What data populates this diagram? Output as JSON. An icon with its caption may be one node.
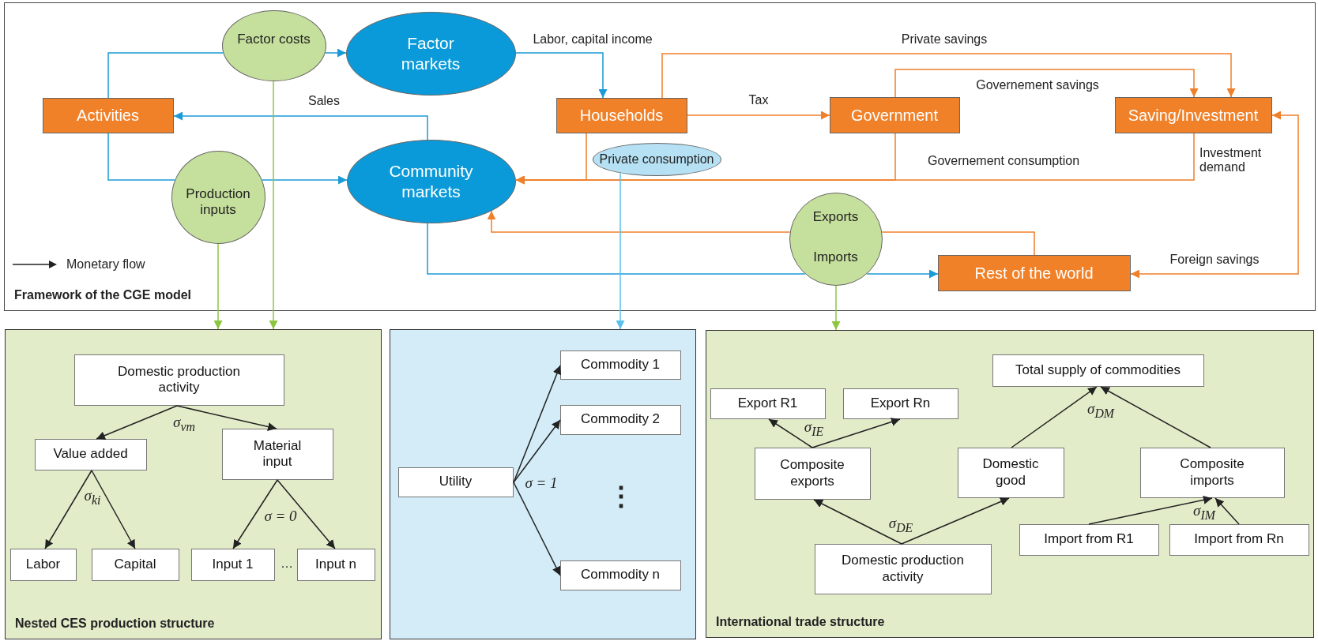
{
  "diagram": {
    "nodes": [
      {
        "text": [
          "Framework of the CGE model"
        ]
      },
      {
        "text": [
          "Factor costs"
        ],
        "in": 0
      },
      {
        "text": [
          "Factor markets"
        ],
        "in": 0
      },
      {
        "text": [
          "Activities"
        ],
        "in": 0
      },
      {
        "text": [
          "Households"
        ],
        "in": 0
      },
      {
        "text": [
          "Government"
        ],
        "in": 0
      },
      {
        "text": [
          "Saving/Investment"
        ],
        "in": 0
      },
      {
        "text": [
          "Private consumption"
        ],
        "in": 0
      },
      {
        "text": [
          "Community markets"
        ],
        "in": 0
      },
      {
        "text": [
          "Production inputs"
        ],
        "in": 0
      },
      {
        "text": [
          "Exports",
          "Imports"
        ],
        "in": 0
      },
      {
        "text": [
          "Rest of the world"
        ],
        "in": 0
      },
      {
        "text": [
          "Nested CES production structure"
        ]
      },
      {
        "text": [
          "Domestic production activity"
        ],
        "in": 12
      },
      {
        "text": [
          "Value added"
        ],
        "in": 12
      },
      {
        "text": [
          "Material input"
        ],
        "in": 12
      },
      {
        "text": [
          "Labor"
        ],
        "in": 12
      },
      {
        "text": [
          "Capital"
        ],
        "in": 12
      },
      {
        "text": [
          "Input 1"
        ],
        "in": 12
      },
      {
        "text": [
          "Input n"
        ],
        "in": 12
      },
      {
        "text": [],
        "shape": "box"
      },
      {
        "text": [
          "Commodity 1"
        ],
        "in": 20
      },
      {
        "text": [
          "Commodity 2"
        ],
        "in": 20
      },
      {
        "text": [
          "Utility"
        ],
        "in": 20
      },
      {
        "text": [
          "Commodity n"
        ],
        "in": 20
      },
      {
        "text": [
          "International trade structure"
        ]
      },
      {
        "text": [
          "Total supply of commodities"
        ],
        "in": 25
      },
      {
        "text": [
          "Export R1"
        ],
        "in": 25
      },
      {
        "text": [
          "Export Rn"
        ],
        "in": 25
      },
      {
        "text": [
          "Composite exports"
        ],
        "in": 25
      },
      {
        "text": [
          "Domestic good"
        ],
        "in": 25
      },
      {
        "text": [
          "Composite imports"
        ],
        "in": 25
      },
      {
        "text": [
          "Import from R1"
        ],
        "in": 25
      },
      {
        "text": [
          "Import from Rn"
        ],
        "in": 25
      },
      {
        "text": [
          "Domestic production activity"
        ],
        "in": 25
      }
    ],
    "edges": [
      {
        "from": 3,
        "to": 1,
        "arrow": "none",
        "color": "#1a9ad6"
      },
      {
        "from": 1,
        "to": 2,
        "arrow": "to",
        "color": "#1a9ad6"
      },
      {
        "from": 2,
        "to": 4,
        "arrow": "to",
        "label": "Labor, capital income",
        "color": "#1a9ad6"
      },
      {
        "from": 8,
        "to": 3,
        "arrow": "to",
        "label": "Sales",
        "color": "#1a9ad6"
      },
      {
        "from": 3,
        "to": 9,
        "arrow": "none",
        "color": "#1a9ad6"
      },
      {
        "from": 9,
        "to": 8,
        "arrow": "to",
        "color": "#1a9ad6"
      },
      {
        "from": 4,
        "to": 5,
        "arrow": "to",
        "label": "Tax",
        "color": "#f07f2a"
      },
      {
        "from": 4,
        "to": 6,
        "arrow": "to",
        "label": "Private savings",
        "color": "#f07f2a"
      },
      {
        "from": 5,
        "to": 6,
        "arrow": "to",
        "label": "Governement savings",
        "color": "#f07f2a"
      },
      {
        "from": 4,
        "to": 8,
        "arrow": "to",
        "color": "#f07f2a"
      },
      {
        "from": 5,
        "to": 8,
        "arrow": "to",
        "label": "Governement consumption",
        "color": "#f07f2a"
      },
      {
        "from": 6,
        "to": 8,
        "arrow": "to",
        "label": "Investment demand",
        "color": "#f07f2a"
      },
      {
        "from": 11,
        "to": 10,
        "arrow": "none",
        "color": "#f07f2a"
      },
      {
        "from": 10,
        "to": 8,
        "arrow": "to",
        "color": "#f07f2a"
      },
      {
        "from": 8,
        "to": 10,
        "arrow": "none",
        "color": "#1a9ad6"
      },
      {
        "from": 10,
        "to": 11,
        "arrow": "to",
        "color": "#1a9ad6"
      },
      {
        "from": 11,
        "to": 6,
        "arrow": "both",
        "label": "Foreign savings",
        "color": "#f07f2a"
      },
      {
        "from": 9,
        "to": 12,
        "arrow": "to",
        "color": "#8cc63f"
      },
      {
        "from": 1,
        "to": 12,
        "arrow": "to",
        "color": "#8cc63f"
      },
      {
        "from": 7,
        "to": 20,
        "arrow": "to",
        "color": "#5bc0eb"
      },
      {
        "from": 10,
        "to": 25,
        "arrow": "to",
        "color": "#8cc63f"
      },
      {
        "from": 13,
        "to": 14,
        "arrow": "to"
      },
      {
        "from": 13,
        "to": 15,
        "arrow": "to"
      },
      {
        "from": 14,
        "to": 16,
        "arrow": "to"
      },
      {
        "from": 14,
        "to": 17,
        "arrow": "to"
      },
      {
        "from": 15,
        "to": 18,
        "arrow": "to"
      },
      {
        "from": 15,
        "to": 19,
        "arrow": "to"
      },
      {
        "from": 23,
        "to": 21,
        "arrow": "to"
      },
      {
        "from": 23,
        "to": 22,
        "arrow": "to"
      },
      {
        "from": 23,
        "to": 24,
        "arrow": "to"
      },
      {
        "from": 29,
        "to": 27,
        "arrow": "to"
      },
      {
        "from": 29,
        "to": 28,
        "arrow": "to"
      },
      {
        "from": 30,
        "to": 26,
        "arrow": "to"
      },
      {
        "from": 31,
        "to": 26,
        "arrow": "to"
      },
      {
        "from": 34,
        "to": 29,
        "arrow": "to"
      },
      {
        "from": 34,
        "to": 30,
        "arrow": "to"
      },
      {
        "from": 32,
        "to": 31,
        "arrow": "to"
      },
      {
        "from": 33,
        "to": 31,
        "arrow": "to"
      }
    ],
    "labels": [
      "σ$_{vm}$",
      "σ$_{ki}$",
      "σ = 0",
      "…",
      "σ = 1",
      "⋮",
      "σ$_{IE}$",
      "σ$_{DM}$",
      "σ$_{DE}$",
      "σ$_{IM}$"
    ],
    "legend": [
      {
        "text": "Monetary flow"
      }
    ]
  }
}
